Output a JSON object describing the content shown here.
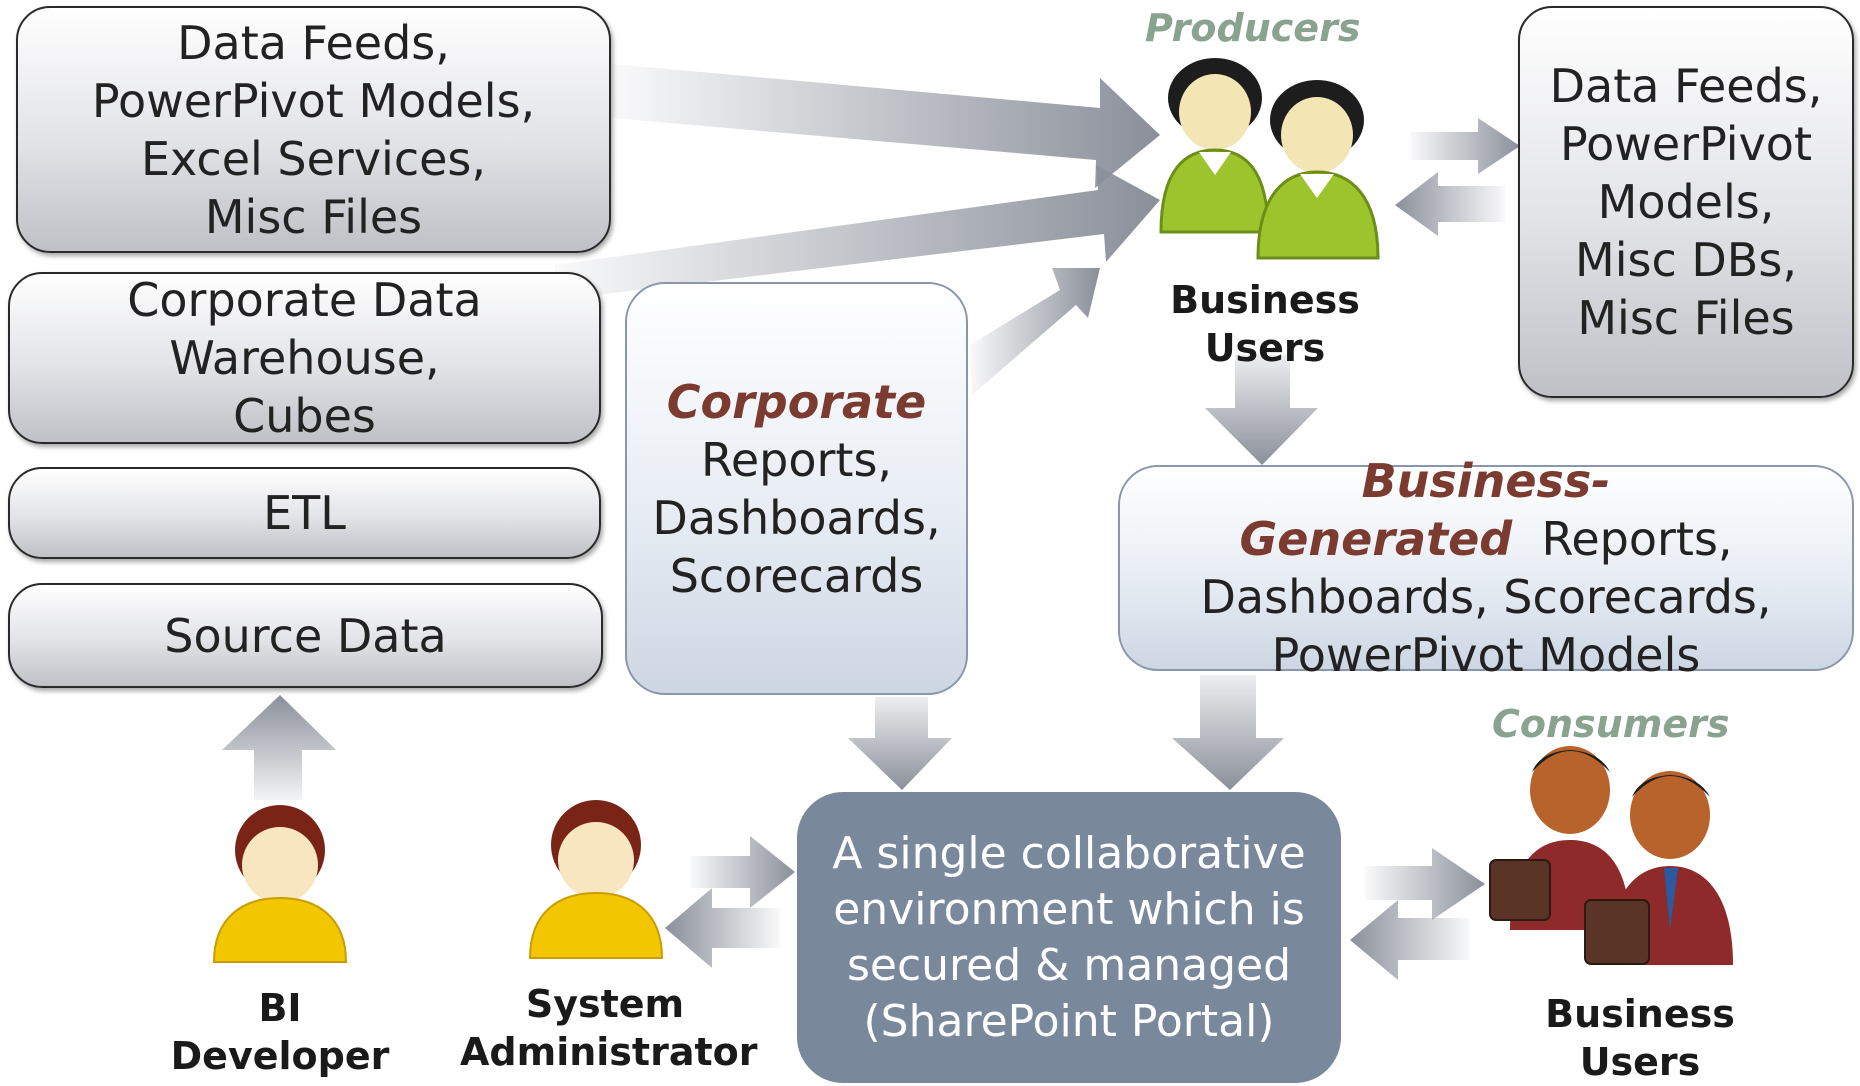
{
  "boxes": {
    "data_feeds_left": [
      "Data Feeds,",
      "PowerPivot Models,",
      "Excel Services,",
      "Misc Files"
    ],
    "corporate_dw": [
      "Corporate Data",
      "Warehouse,",
      "Cubes"
    ],
    "etl": "ETL",
    "source_data": "Source Data",
    "corporate_reports": {
      "accent": "Corporate",
      "lines": [
        "Reports,",
        "Dashboards,",
        "Scorecards"
      ]
    },
    "data_feeds_right": [
      "Data Feeds,",
      "PowerPivot",
      "Models,",
      "Misc DBs,",
      "Misc Files"
    ],
    "business_generated": {
      "accent": "Business-Generated",
      "first_line_rest": "Reports,",
      "lines": [
        "Dashboards, Scorecards,",
        "PowerPivot Models"
      ]
    },
    "sharepoint": [
      "A single collaborative",
      "environment which is",
      "secured & managed",
      "(SharePoint Portal)"
    ]
  },
  "roles": {
    "producers_heading": "Producers",
    "producers_label": "Business Users",
    "consumers_heading": "Consumers",
    "consumers_label": [
      "Business",
      "Users"
    ],
    "bi_developer_label": [
      "BI",
      "Developer"
    ],
    "sysadmin_label": [
      "System",
      "Administrator"
    ]
  },
  "icons": {
    "producers": "business-users-green-icon",
    "consumers": "business-users-briefcase-icon",
    "bi_developer": "bi-developer-icon",
    "sysadmin": "system-administrator-icon",
    "arrow": "gradient-arrow-icon"
  },
  "colors": {
    "accent_text": "#7b3b30",
    "heading_green": "#8aa290",
    "portal_fill": "#7a889c",
    "producer_shirt": "#9dc42c",
    "admin_shirt": "#f2c600",
    "consumer_suit": "#8e2a2a"
  }
}
